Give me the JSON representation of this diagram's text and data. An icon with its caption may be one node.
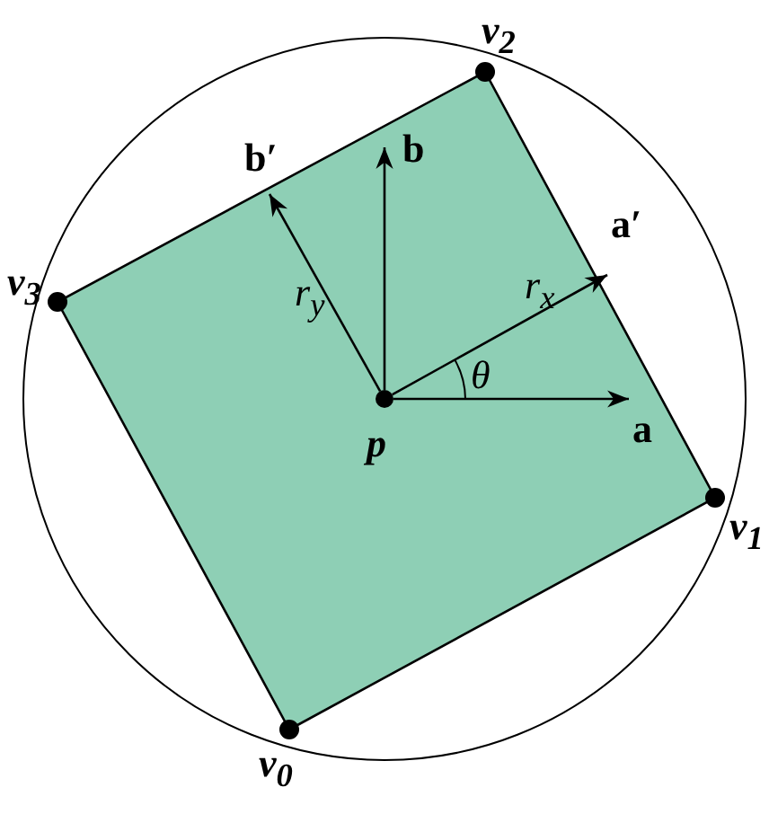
{
  "diagram": {
    "nodes": [
      {
        "text": [],
        "shape": "circle",
        "beside": [
          "p"
        ]
      },
      {
        "text": [
          "a"
        ]
      },
      {
        "text": [
          "a′"
        ]
      },
      {
        "text": [
          "b"
        ]
      },
      {
        "text": [
          "b′"
        ]
      }
    ],
    "edges": [
      {
        "from": 0,
        "to": 1,
        "arrow": "to"
      },
      {
        "from": 0,
        "to": 2,
        "arrow": "to"
      },
      {
        "from": 0,
        "to": 3,
        "arrow": "to"
      },
      {
        "from": 0,
        "to": 4,
        "arrow": "to"
      }
    ],
    "labels": [
      "v$_{2}$",
      "v$_{3}$",
      "r$_{y}$",
      "r$_{x}$",
      "θ",
      "v$_{1}$",
      "v$_{0}$"
    ]
  }
}
